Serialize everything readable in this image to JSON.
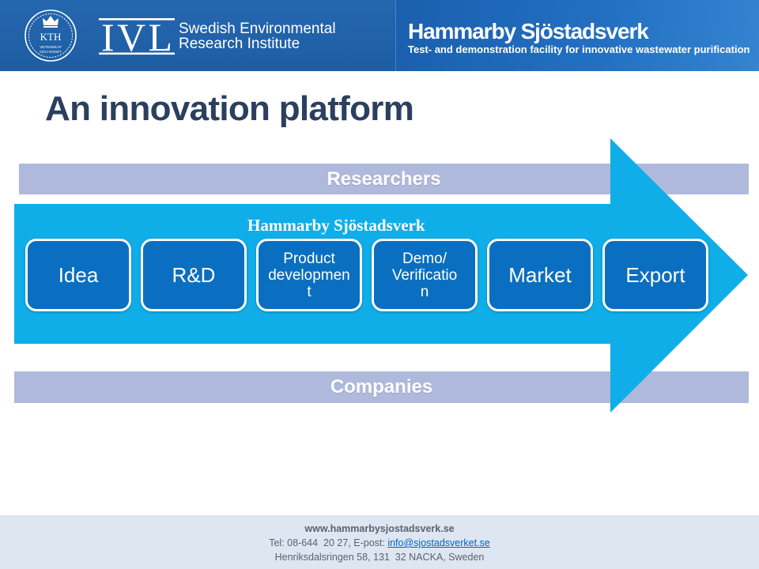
{
  "header": {
    "kth_logo": {
      "icon": "kth-seal-icon",
      "mark": "KTH",
      "motto_line1": "VETENSKAP",
      "motto_line2": "OCH KONST"
    },
    "ivl_logo": {
      "mark": "IVL",
      "name_line1": "Swedish Environmental",
      "name_line2": "Research Institute"
    },
    "facility": {
      "title": "Hammarby Sjöstadsverk",
      "tagline": "Test- and demonstration facility for innovative wastewater purification"
    }
  },
  "slide": {
    "title": "An innovation platform"
  },
  "diagram": {
    "top_band_label": "Researchers",
    "bottom_band_label": "Companies",
    "arrow_label": "Hammarby Sjöstadsverk",
    "stages": [
      {
        "label": "Idea"
      },
      {
        "label": "R&D"
      },
      {
        "label": "Product development"
      },
      {
        "label": "Demo/ Verification"
      },
      {
        "label": "Market"
      },
      {
        "label": "Export"
      }
    ]
  },
  "footer": {
    "website": "www.hammarbysjostadsverk.se",
    "contact_prefix": "Tel: 08-644  20 27, E-post: ",
    "email": "info@sjostadsverket.se",
    "address": "Henriksdalsringen 58, 131  32 NACKA, Sweden"
  },
  "colors": {
    "header_left": "#1f5fa7",
    "header_right": "#2270c2",
    "title": "#2b3f5e",
    "arrow": "#10aee9",
    "stage_fill": "#0a6fc0",
    "band": "#aeb9dc",
    "footer_bg": "#dde6f1",
    "link": "#0563c1"
  }
}
